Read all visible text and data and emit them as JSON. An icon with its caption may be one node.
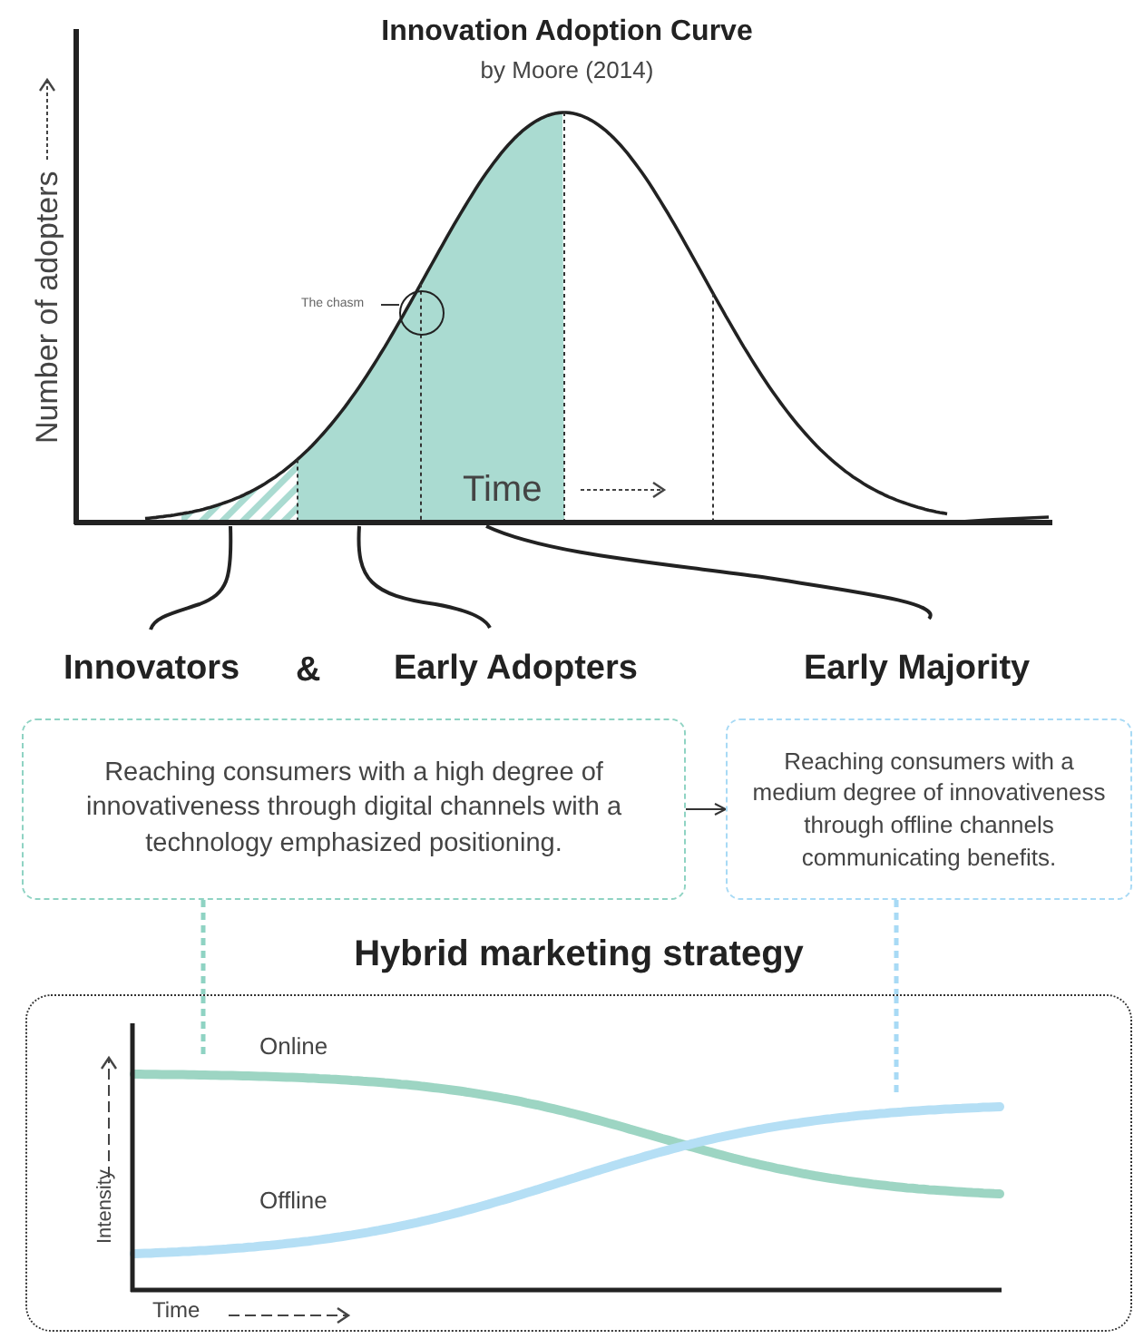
{
  "diagram": {
    "title": "Innovation Adoption Curve",
    "nodes": [
      {
        "text": [
          "The chasm"
        ]
      },
      {
        "text": [],
        "shape": "circle"
      },
      {
        "text": [
          "Innovators"
        ]
      },
      {
        "text": [
          "Early Adopters"
        ]
      },
      {
        "text": [
          "Early Majority"
        ]
      },
      {
        "text": [
          "Reaching consumers with a high degree of innovativeness through digital channels with a technology emphasized positioning."
        ]
      },
      {
        "text": [
          "Reaching consumers with a medium degree of innovativeness through offline channels communicating benefits."
        ]
      },
      {
        "text": [
          "Hybrid marketing strategy"
        ]
      }
    ],
    "edges": [
      {
        "from": 0,
        "to": 1,
        "arrow": "none"
      },
      {
        "from": 5,
        "to": 6,
        "arrow": "to"
      },
      {
        "from": 5,
        "to": 7,
        "arrow": "none",
        "style": "dashed",
        "color": "#8fd3c3"
      },
      {
        "from": 6,
        "to": 7,
        "arrow": "none",
        "style": "dashed",
        "color": "#a8daf5"
      }
    ],
    "labels": [
      "by Moore (2014)",
      "Number of adopters",
      "Time",
      "&",
      "Online",
      "Offline",
      "Intensity",
      "Time"
    ]
  }
}
